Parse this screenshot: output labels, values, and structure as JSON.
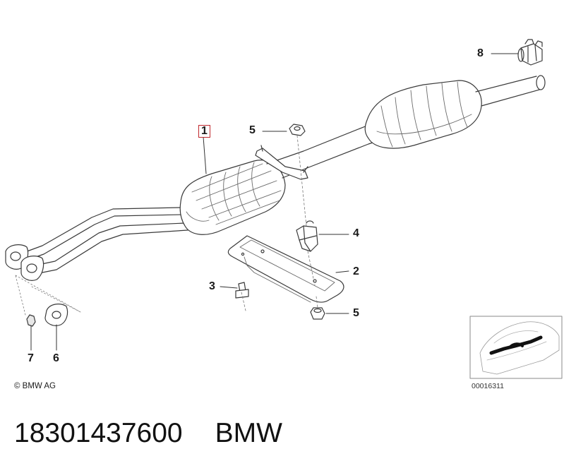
{
  "callouts": {
    "c1": "1",
    "c2": "2",
    "c3": "3",
    "c4": "4",
    "c5a": "5",
    "c5b": "5",
    "c6": "6",
    "c7": "7",
    "c8": "8"
  },
  "copyright": "© BMW AG",
  "inset_code": "00016311",
  "caption": {
    "part_number": "18301437600",
    "brand": "BMW"
  },
  "colors": {
    "line": "#3a3a3a",
    "highlight_box": "#c0282d",
    "shade": "#e8e8e8"
  }
}
